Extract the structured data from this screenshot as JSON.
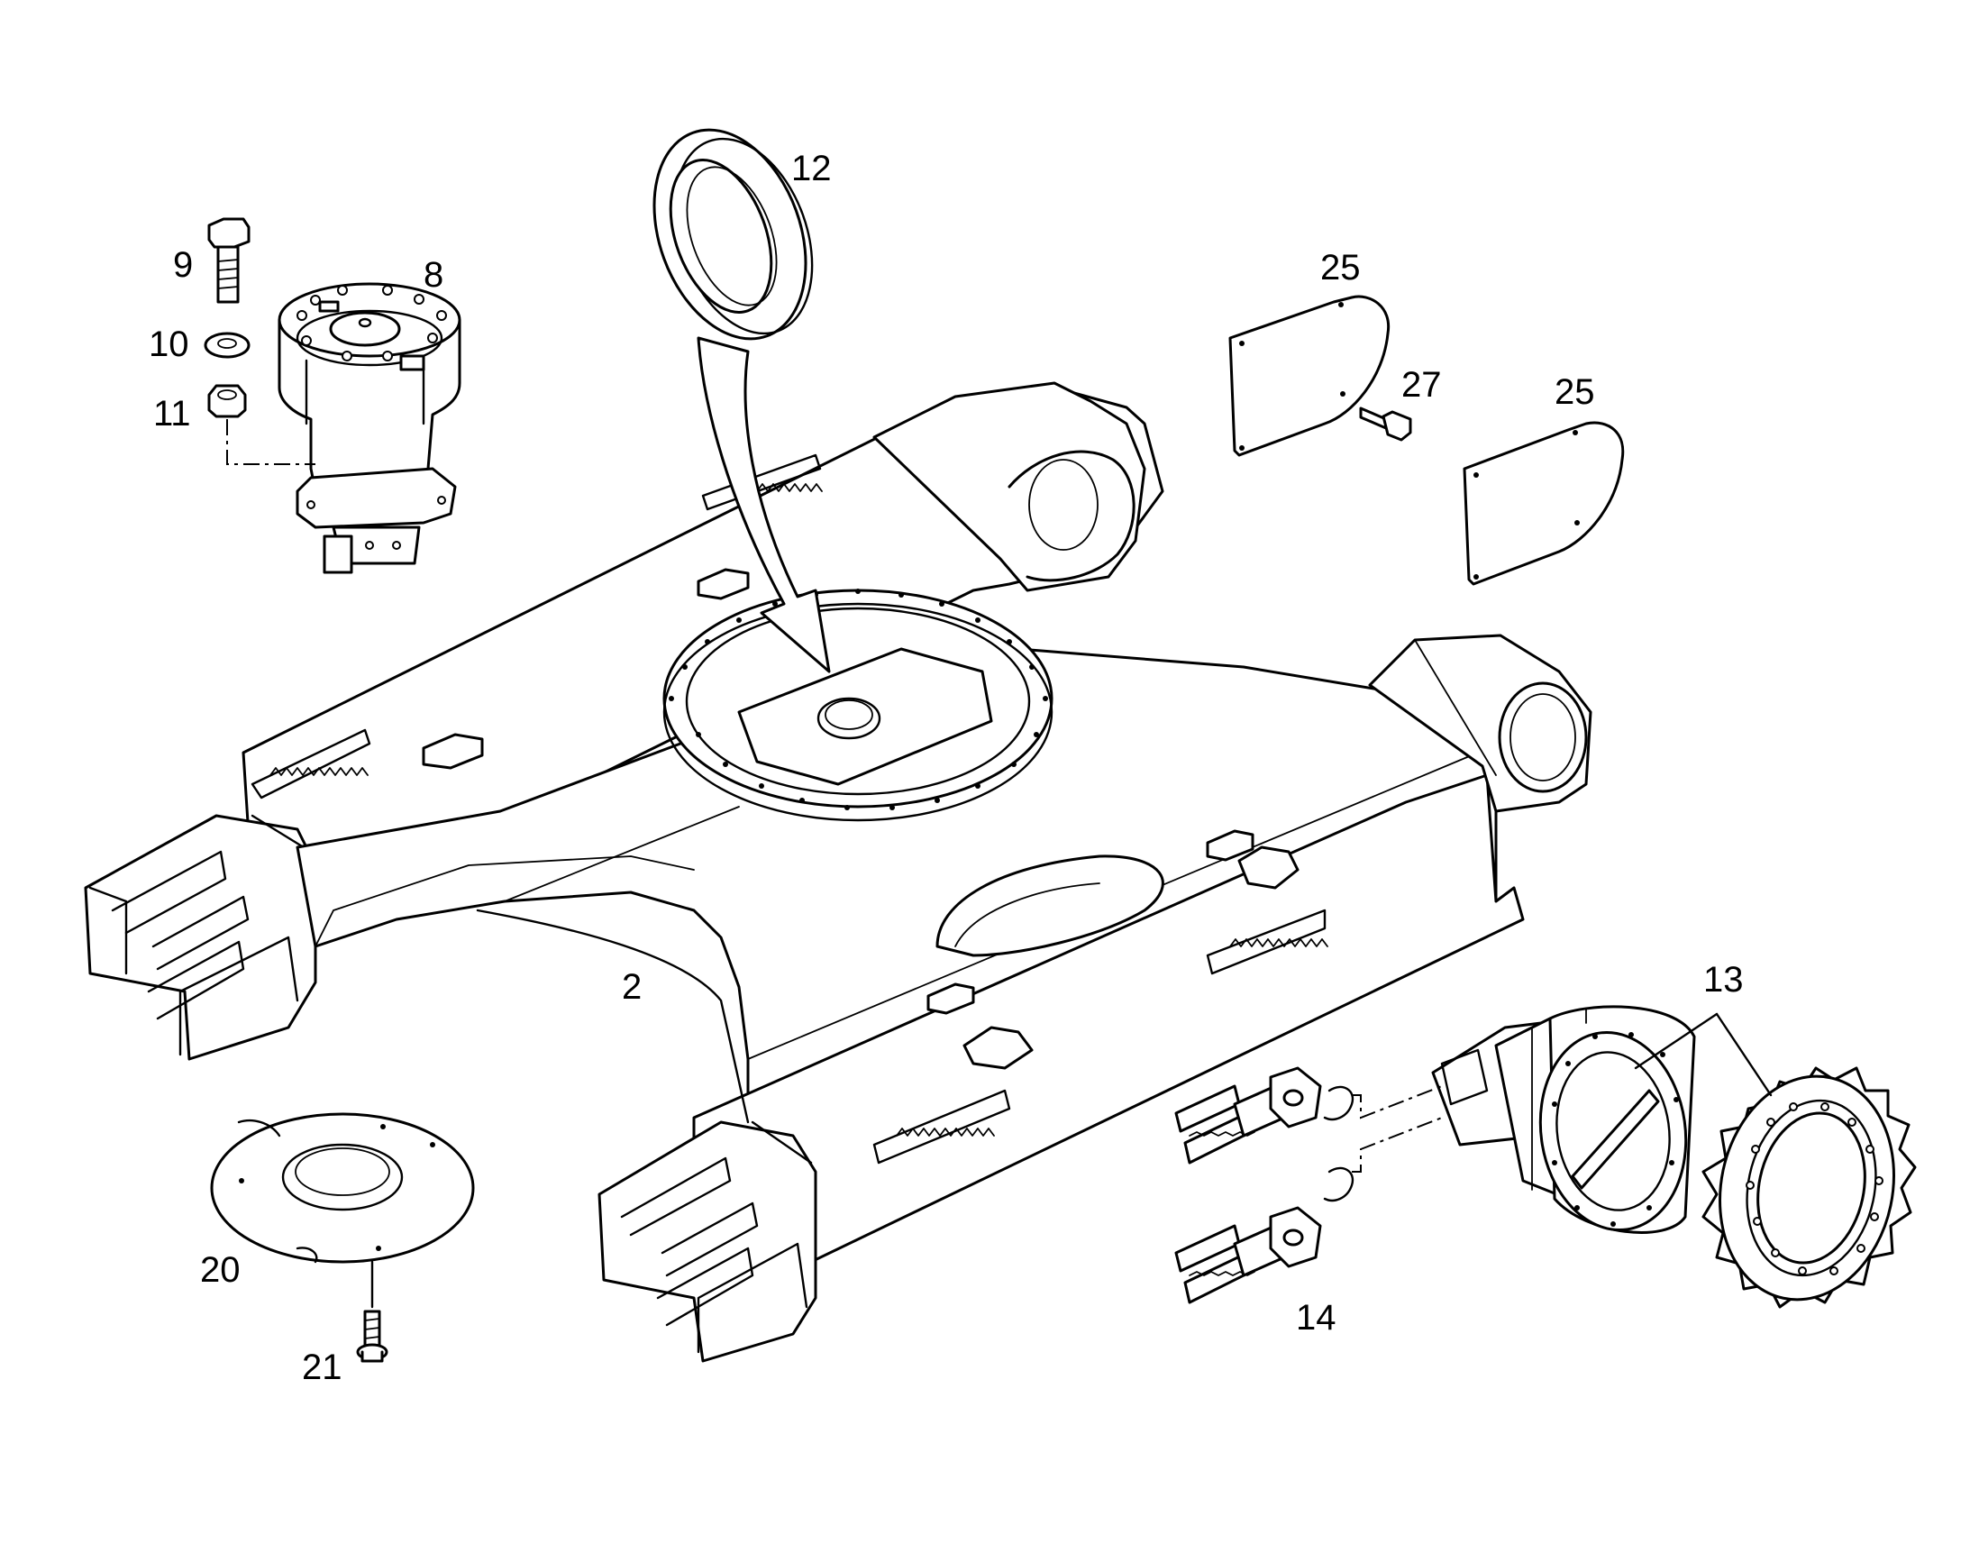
{
  "diagram": {
    "type": "exploded parts diagram",
    "subject": "excavator undercarriage frame",
    "callouts": {
      "c2": "2",
      "c8": "8",
      "c9": "9",
      "c10": "10",
      "c11": "11",
      "c12": "12",
      "c13": "13",
      "c14": "14",
      "c20": "20",
      "c21": "21",
      "c25a": "25",
      "c25b": "25",
      "c27": "27"
    },
    "line_color": "#000000",
    "background": "#ffffff"
  }
}
